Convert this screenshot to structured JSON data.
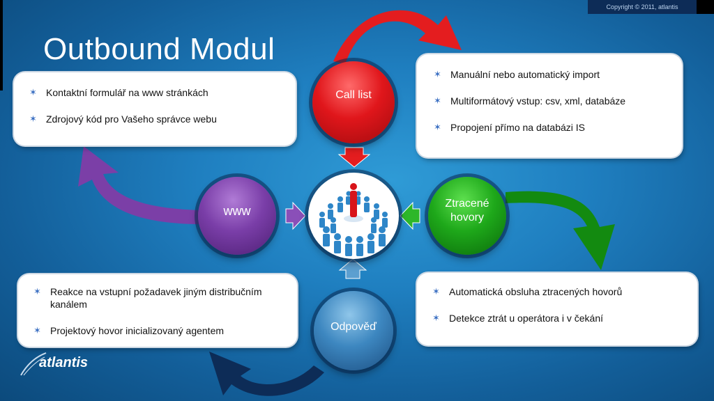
{
  "header": {
    "copyright": "Copyright © 2011, atlantis",
    "title": "Outbound Modul"
  },
  "boxes": {
    "top_left": [
      "Kontaktní formulář na www stránkách",
      "Zdrojový kód pro Vašeho správce webu"
    ],
    "top_right": [
      "Manuální nebo automatický import",
      "Multiformátový vstup: csv, xml, databáze",
      "Propojení přímo na databázi IS"
    ],
    "bottom_left": [
      "Reakce na vstupní požadavek jiným distribučním kanálem",
      "Projektový hovor inicializovaný agentem"
    ],
    "bottom_right": [
      "Automatická obsluha ztracených hovorů",
      "Detekce ztrát u operátora i v čekání"
    ]
  },
  "circles": {
    "call_list": "Call list",
    "www": "www",
    "ztracene": "Ztracené hovory",
    "odpoved": "Odpověď"
  },
  "logo": "atlantis",
  "colors": {
    "red": "#e0161b",
    "purple": "#7a3ea8",
    "green": "#1ea81a",
    "navy": "#0d2c57"
  }
}
